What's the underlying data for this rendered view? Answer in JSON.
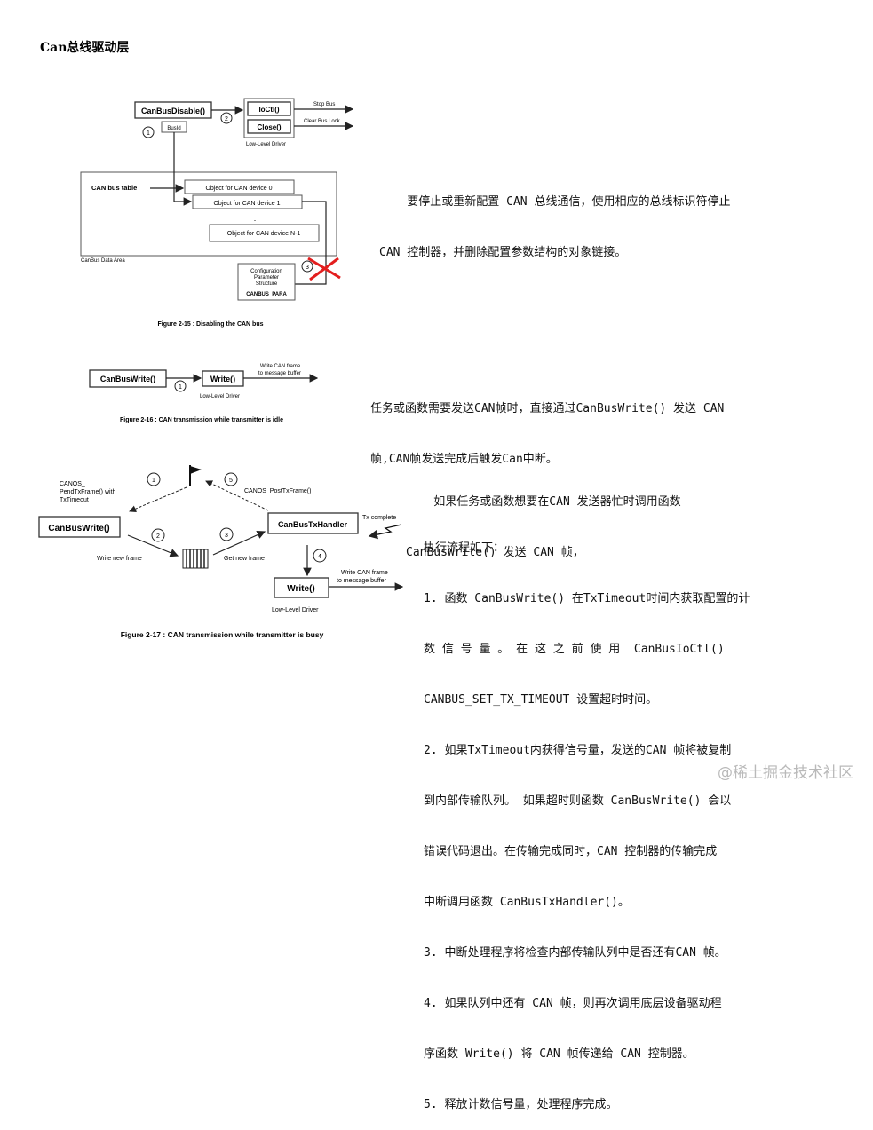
{
  "title": "Can总线驱动层",
  "fig1": {
    "disable": "CanBusDisable()",
    "busid": "BusId",
    "ioctl": "IoCtl()",
    "close": "Close()",
    "lld": "Low-Level Driver",
    "stop_bus": "Stop Bus",
    "clear_lock": "Clear Bus Lock",
    "table_label": "CAN bus table",
    "obj0": "Object for CAN device 0",
    "obj1": "Object for CAN device 1",
    "dot": ".",
    "objn": "Object for CAN device N-1",
    "area": "CanBus Data Area",
    "cfg1": "Configuration",
    "cfg2": "Parameter",
    "cfg3": "Structure",
    "cfg4": "CANBUS_PARA",
    "n1": "1",
    "n2": "2",
    "n3": "3",
    "caption": "Figure 2-15 : Disabling the CAN bus"
  },
  "fig2": {
    "write_fn": "CanBusWrite()",
    "write": "Write()",
    "lld": "Low-Level Driver",
    "wcf1": "Write CAN frame",
    "wcf2": "to message buffer",
    "n1": "1",
    "caption": "Figure 2-16 : CAN transmission while transmitter is idle"
  },
  "fig3": {
    "canos1": "CANOS_",
    "canos2": "PendTxFrame()  with",
    "canos3": "TxTimeout",
    "post": "CANOS_PostTxFrame()",
    "write_fn": "CanBusWrite()",
    "handler": "CanBusTxHandler",
    "tx_complete": "Tx complete",
    "write_new": "Write new frame",
    "get_new": "Get new frame",
    "write": "Write()",
    "lld": "Low-Level Driver",
    "wcf1": "Write CAN frame",
    "wcf2": "to message buffer",
    "n1": "1",
    "n2": "2",
    "n3": "3",
    "n4": "4",
    "n5": "5",
    "caption": "Figure 2-17 : CAN transmission while transmitter is busy"
  },
  "text1": [
    "    要停止或重新配置 CAN 总线通信，使用相应的总线标识符停止",
    "CAN 控制器，并删除配置参数结构的对象链接。"
  ],
  "text2": [
    "任务或函数需要发送CAN帧时，直接通过CanBusWrite() 发送 CAN",
    "帧,CAN帧发送完成后触发Can中断。"
  ],
  "text3": [
    "    如果任务或函数想要在CAN 发送器忙时调用函数",
    "CanBusWrite() 发送 CAN 帧，"
  ],
  "text4": [
    "执行流程如下：",
    "1. 函数 CanBusWrite() 在TxTimeout时间内获取配置的计",
    "数 信 号 量 。 在 这 之 前 使 用  CanBusIoCtl()",
    "CANBUS_SET_TX_TIMEOUT 设置超时时间。",
    "2. 如果TxTimeout内获得信号量，发送的CAN 帧将被复制",
    "到内部传输队列。 如果超时则函数 CanBusWrite() 会以",
    "错误代码退出。在传输完成同时，CAN 控制器的传输完成",
    "中断调用函数 CanBusTxHandler()。",
    "3. 中断处理程序将检查内部传输队列中是否还有CAN 帧。",
    "4. 如果队列中还有 CAN 帧，则再次调用底层设备驱动程",
    "序函数 Write() 将 CAN 帧传递给 CAN 控制器。",
    "5. 释放计数信号量，处理程序完成。"
  ],
  "watermark": "@稀土掘金技术社区",
  "colors": {
    "cross": "#e31e1e",
    "watermark": "#b9b9b9"
  }
}
